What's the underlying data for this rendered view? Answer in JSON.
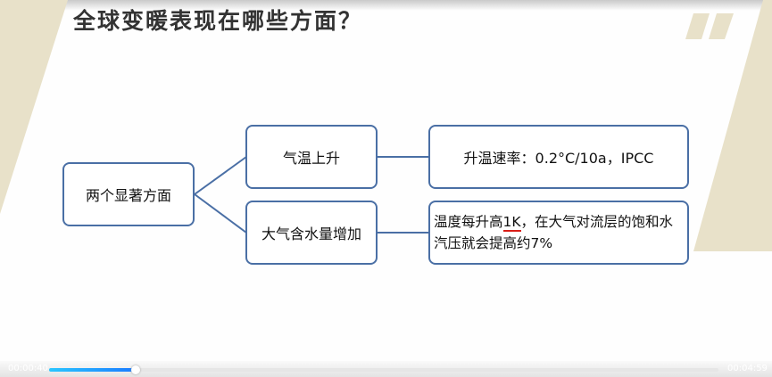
{
  "slide": {
    "title": "全球变暖表现在哪些方面？",
    "root_node": "两个显著方面",
    "branches": [
      {
        "label": "气温上升",
        "detail": "升温速率：0.2°C/10a，IPCC"
      },
      {
        "label": "大气含水量增加",
        "detail_pre": "温度每升高",
        "detail_mark": "1K",
        "detail_post": "，在大气对流层的饱和水汽压就会提高约7%"
      }
    ],
    "colors": {
      "box_border": "#4a6fa5",
      "deco": "#e8e1c9",
      "annotation": "#d91e18"
    }
  },
  "player": {
    "current_time": "00:00:40",
    "total_time": "00:04:59",
    "progress_percent": 13
  }
}
